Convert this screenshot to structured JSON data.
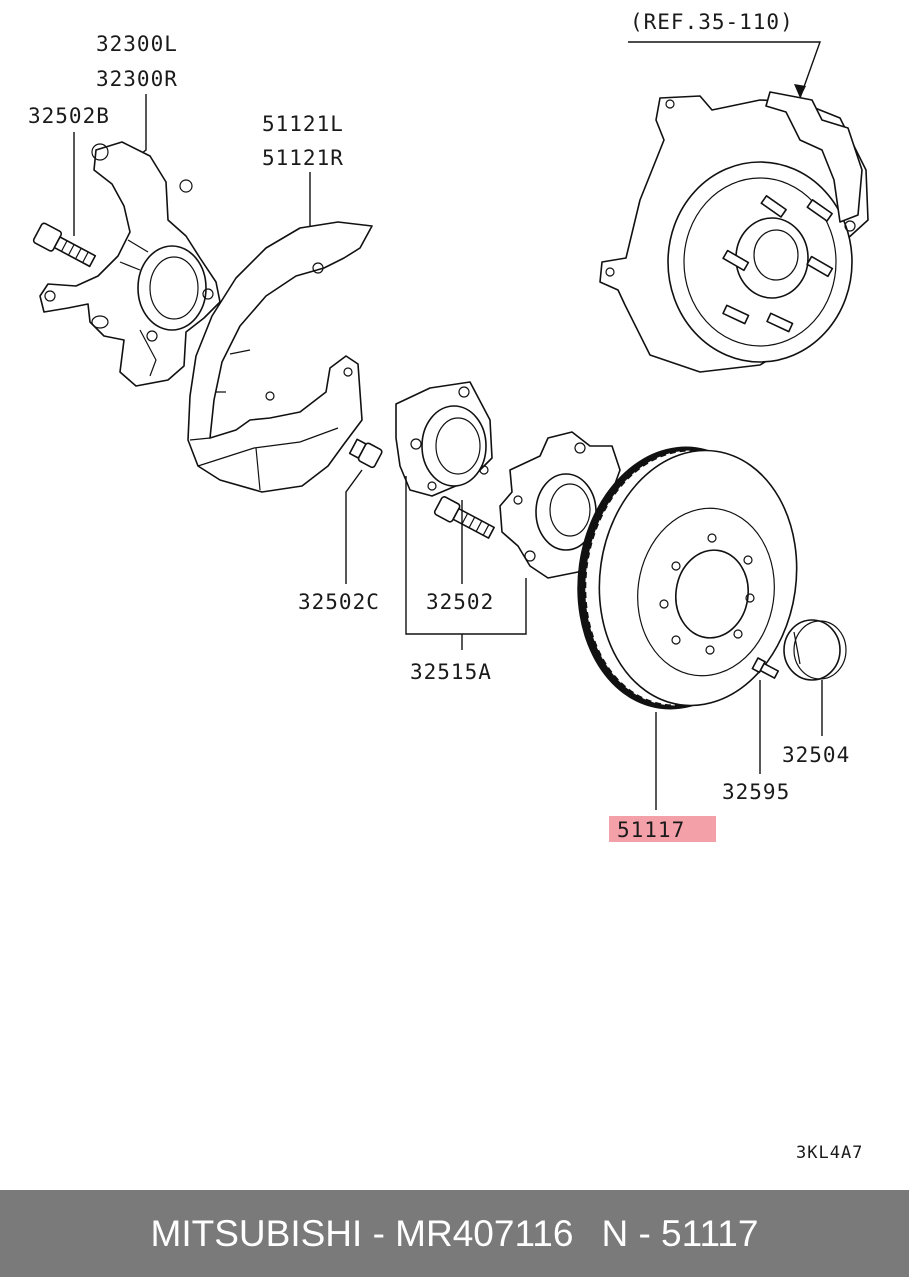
{
  "diagram": {
    "ref": "(REF.35-110)",
    "code": "3KL4A7",
    "labels": {
      "knuckle_l": "32300L",
      "knuckle_r": "32300R",
      "bolt_b": "32502B",
      "shield_l": "51121L",
      "shield_r": "51121R",
      "bolt_c": "32502C",
      "hub_bolt": "32502",
      "hub_assy": "32515A",
      "rotor": "51117",
      "screw": "32595",
      "cap": "32504"
    },
    "highlight_color": "#f4a0a8"
  },
  "footer": {
    "brand_part": "MITSUBISHI - MR407116",
    "ref_no": "N - 51117"
  }
}
